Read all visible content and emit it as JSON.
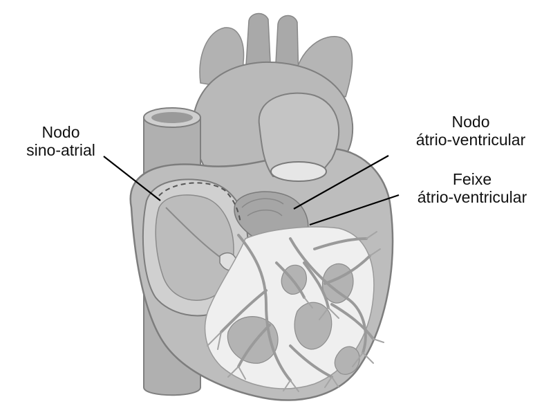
{
  "labels": {
    "sinoatrial_node": {
      "line1": "Nodo",
      "line2": "sino-atrial"
    },
    "av_node": {
      "line1": "Nodo",
      "line2": "átrio-ventricular"
    },
    "av_bundle": {
      "line1": "Feixe",
      "line2": "átrio-ventricular"
    }
  },
  "colors": {
    "outer_tissue": "#bdbdbd",
    "vessel": "#a9a9a9",
    "chamber": "#c7c7c7",
    "dark_tissue": "#8f8f8f",
    "inner_light": "#eeeeee",
    "conduction": "#9a9a9a",
    "leader_line": "#000000"
  },
  "icons": [
    "heart-illustration"
  ]
}
